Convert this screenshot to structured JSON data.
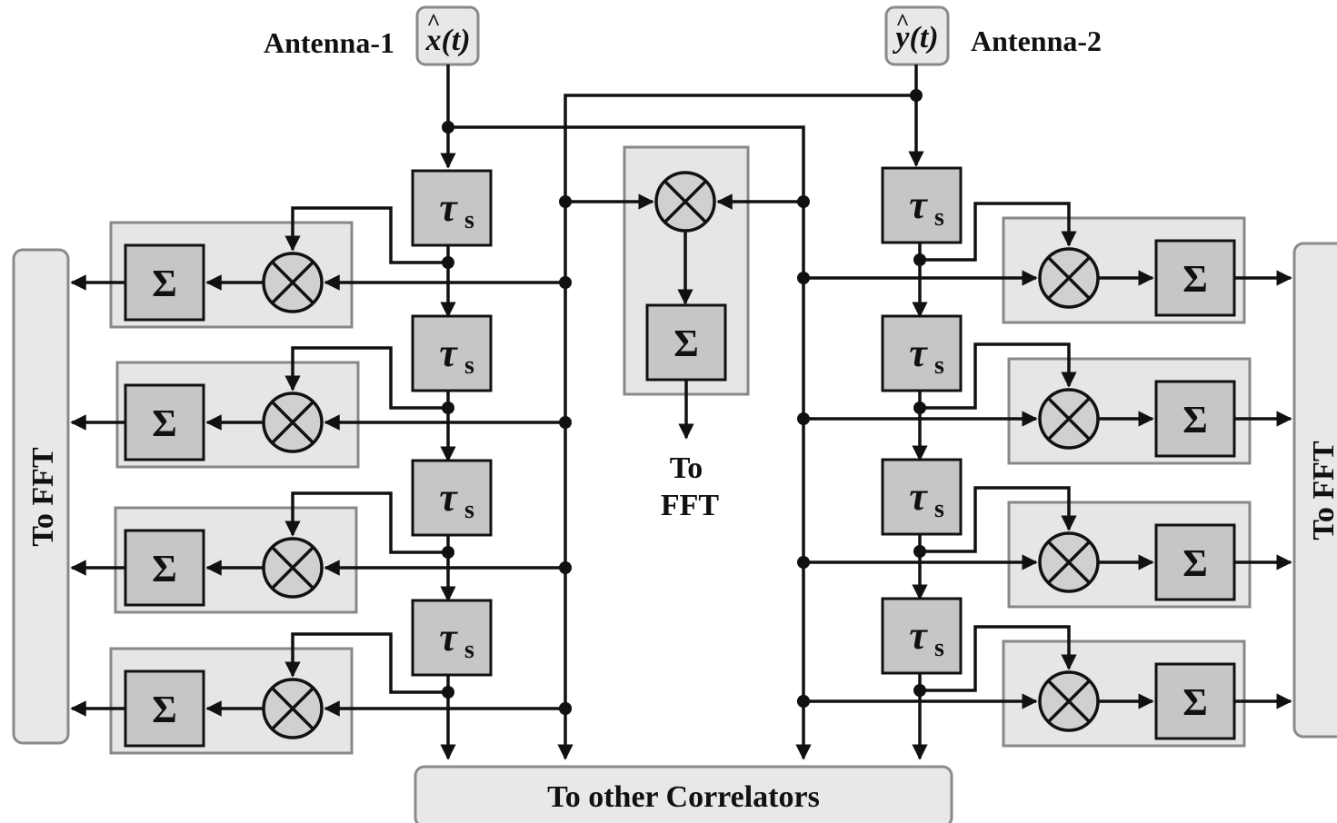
{
  "antennas": {
    "left_label": "Antenna-1",
    "right_label": "Antenna-2",
    "left_signal": "x(t)",
    "right_signal": "y(t)",
    "hat": "^"
  },
  "blocks": {
    "delay_symbol": "τ",
    "delay_subscript": "s",
    "sum_symbol": "Σ"
  },
  "outputs": {
    "left_fft": "To FFT",
    "right_fft": "To FFT",
    "center_fft_line1": "To",
    "center_fft_line2": "FFT",
    "bottom": "To other Correlators"
  },
  "colors": {
    "block_fill": "#c6c6c6",
    "group_fill": "#e6e6e6",
    "line": "#111111"
  }
}
